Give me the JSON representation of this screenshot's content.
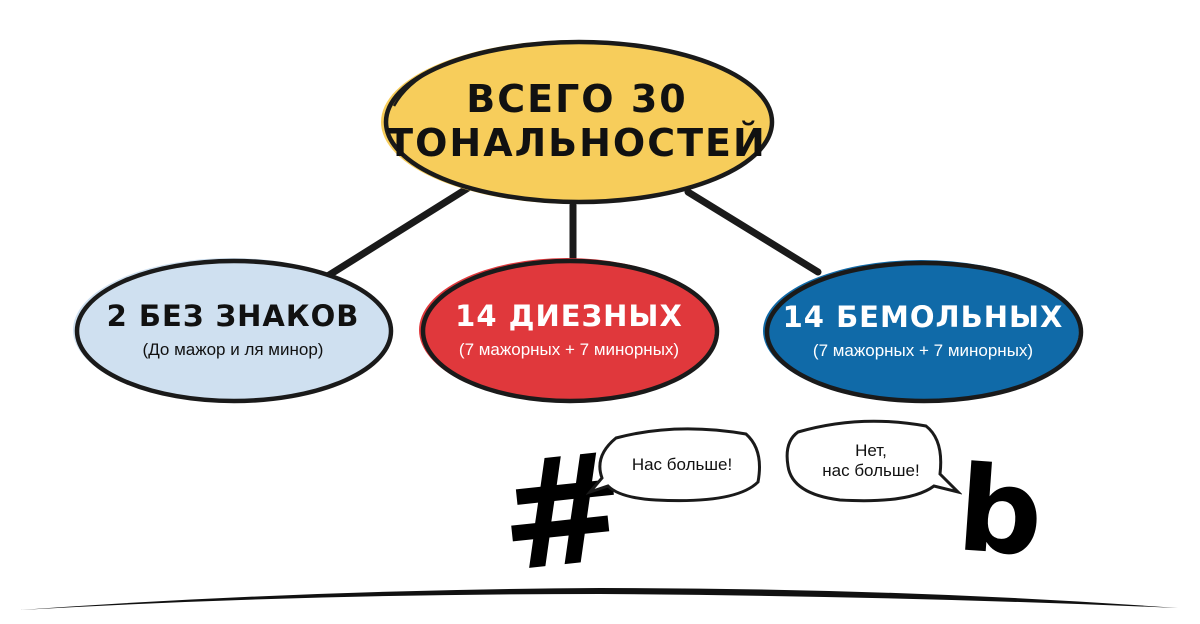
{
  "root": {
    "line1": "ВСЕГО 30",
    "line2": "ТОНАЛЬНОСТЕЙ",
    "color": "#F7CD5B"
  },
  "nodes": {
    "none": {
      "title": "2 БЕЗ ЗНАКОВ",
      "subtitle": "(До мажор и ля минор)",
      "color": "#CFE0F0"
    },
    "sharp": {
      "title": "14 ДИЕЗНЫХ",
      "subtitle": "(7 мажорных + 7 минорных)",
      "color": "#E0383C"
    },
    "flat": {
      "title": "14 БЕМОЛЬНЫХ",
      "subtitle": "(7 мажорных + 7 минорных)",
      "color": "#106AA8"
    }
  },
  "bubbles": {
    "sharp": {
      "text": "Нас больше!"
    },
    "flat": {
      "line1": "Нет,",
      "line2": "нас больше!"
    }
  },
  "icons": {
    "sharp": "sharp-icon",
    "flat": "flat-icon"
  }
}
